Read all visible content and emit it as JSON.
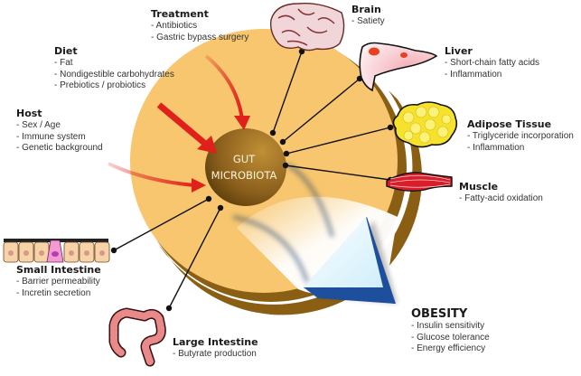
{
  "center": {
    "line1": "GUT",
    "line2": "MICROBIOTA"
  },
  "colors": {
    "disc_fill": "#f7c66f",
    "disc_edge": "#8a5f14",
    "center_dark": "#5a3a08",
    "center_light": "#b0822c",
    "arrow_red": "#e0201a",
    "obesity_arrow_fill": "#e8f6fc",
    "obesity_arrow_edge": "#1e4f9c",
    "connector": "#111111"
  },
  "inputs": [
    {
      "id": "treatment",
      "title": "Treatment",
      "items": [
        "- Antibiotics",
        "- Gastric bypass surgery"
      ]
    },
    {
      "id": "diet",
      "title": "Diet",
      "items": [
        "- Fat",
        "- Nondigestible carbohydrates",
        "- Prebiotics / probiotics"
      ]
    },
    {
      "id": "host",
      "title": "Host",
      "items": [
        "- Sex / Age",
        "- Immune system",
        "- Genetic background"
      ]
    }
  ],
  "organs": [
    {
      "id": "brain",
      "title": "Brain",
      "items": [
        "- Satiety"
      ],
      "icon": "brain-icon"
    },
    {
      "id": "liver",
      "title": "Liver",
      "items": [
        "- Short-chain fatty acids",
        "- Inflammation"
      ],
      "icon": "liver-icon"
    },
    {
      "id": "adipose",
      "title": "Adipose Tissue",
      "items": [
        "- Triglyceride incorporation",
        "- Inflammation"
      ],
      "icon": "adipose-tissue-icon"
    },
    {
      "id": "muscle",
      "title": "Muscle",
      "items": [
        "- Fatty-acid oxidation"
      ],
      "icon": "muscle-icon"
    },
    {
      "id": "small_intestine",
      "title": "Small Intestine",
      "items": [
        "- Barrier permeability",
        "- Incretin secretion"
      ],
      "icon": "small-intestine-icon"
    },
    {
      "id": "large_intestine",
      "title": "Large Intestine",
      "items": [
        "- Butyrate production"
      ],
      "icon": "large-intestine-icon"
    }
  ],
  "outcome": {
    "title": "OBESITY",
    "items": [
      "- Insulin sensitivity",
      "- Glucose tolerance",
      "- Energy efficiency"
    ]
  }
}
